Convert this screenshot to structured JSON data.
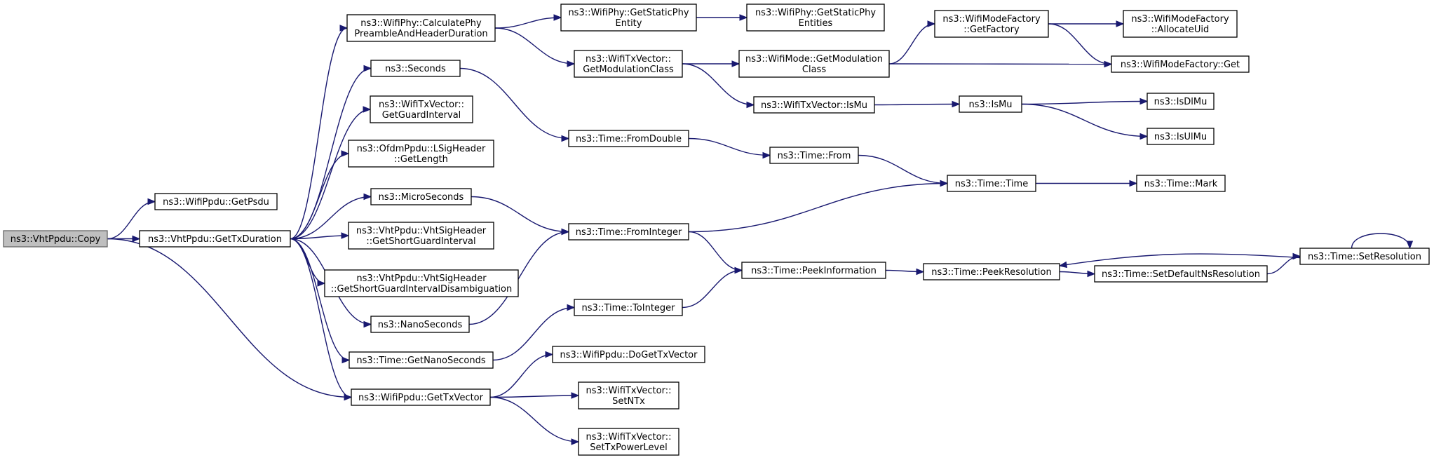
{
  "nodes": {
    "copy": [
      "ns3::VhtPpdu::Copy"
    ],
    "getPsdu": [
      "ns3::WifiPpdu::GetPsdu"
    ],
    "getTxDuration": [
      "ns3::VhtPpdu::GetTxDuration"
    ],
    "calcPreamble": [
      "ns3::WifiPhy::CalculatePhy",
      "PreambleAndHeaderDuration"
    ],
    "seconds": [
      "ns3::Seconds"
    ],
    "getGuardInterval": [
      "ns3::WifiTxVector::",
      "GetGuardInterval"
    ],
    "lsigGetLength": [
      "ns3::OfdmPpdu::LSigHeader",
      "::GetLength"
    ],
    "microSeconds": [
      "ns3::MicroSeconds"
    ],
    "vhtSigSgi": [
      "ns3::VhtPpdu::VhtSigHeader",
      "::GetShortGuardInterval"
    ],
    "vhtSigSgiDisamb": [
      "ns3::VhtPpdu::VhtSigHeader",
      "::GetShortGuardIntervalDisambiguation"
    ],
    "nanoSeconds": [
      "ns3::NanoSeconds"
    ],
    "timeGetNano": [
      "ns3::Time::GetNanoSeconds"
    ],
    "getTxVector": [
      "ns3::WifiPpdu::GetTxVector"
    ],
    "getStaticPhyEntity": [
      "ns3::WifiPhy::GetStaticPhy",
      "Entity"
    ],
    "getStaticPhyEntities": [
      "ns3::WifiPhy::GetStaticPhy",
      "Entities"
    ],
    "txvGetModClass": [
      "ns3::WifiTxVector::",
      "GetModulationClass"
    ],
    "timeFromDouble": [
      "ns3::Time::FromDouble"
    ],
    "timeFromInteger": [
      "ns3::Time::FromInteger"
    ],
    "timeToInteger": [
      "ns3::Time::ToInteger"
    ],
    "doGetTxVector": [
      "ns3::WifiPpdu::DoGetTxVector"
    ],
    "setNTx": [
      "ns3::WifiTxVector::",
      "SetNTx"
    ],
    "setTxPowerLevel": [
      "ns3::WifiTxVector::",
      "SetTxPowerLevel"
    ],
    "modeGetModClass": [
      "ns3::WifiMode::GetModulation",
      "Class"
    ],
    "txvIsMu": [
      "ns3::WifiTxVector::IsMu"
    ],
    "timeFrom": [
      "ns3::Time::From"
    ],
    "peekInformation": [
      "ns3::Time::PeekInformation"
    ],
    "modeFactoryGetFactory": [
      "ns3::WifiModeFactory",
      "::GetFactory"
    ],
    "isMu": [
      "ns3::IsMu"
    ],
    "timeTime": [
      "ns3::Time::Time"
    ],
    "peekResolution": [
      "ns3::Time::PeekResolution"
    ],
    "setDefaultNs": [
      "ns3::Time::SetDefaultNsResolution"
    ],
    "allocateUid": [
      "ns3::WifiModeFactory",
      "::AllocateUid"
    ],
    "modeFactoryGet": [
      "ns3::WifiModeFactory::Get"
    ],
    "isDlMu": [
      "ns3::IsDlMu"
    ],
    "isUlMu": [
      "ns3::IsUlMu"
    ],
    "timeMark": [
      "ns3::Time::Mark"
    ],
    "setResolution": [
      "ns3::Time::SetResolution"
    ]
  },
  "colors": {
    "edge": "#191970",
    "root_fill": "#bfbfbf",
    "node_fill": "#ffffff",
    "node_border": "#000000"
  }
}
